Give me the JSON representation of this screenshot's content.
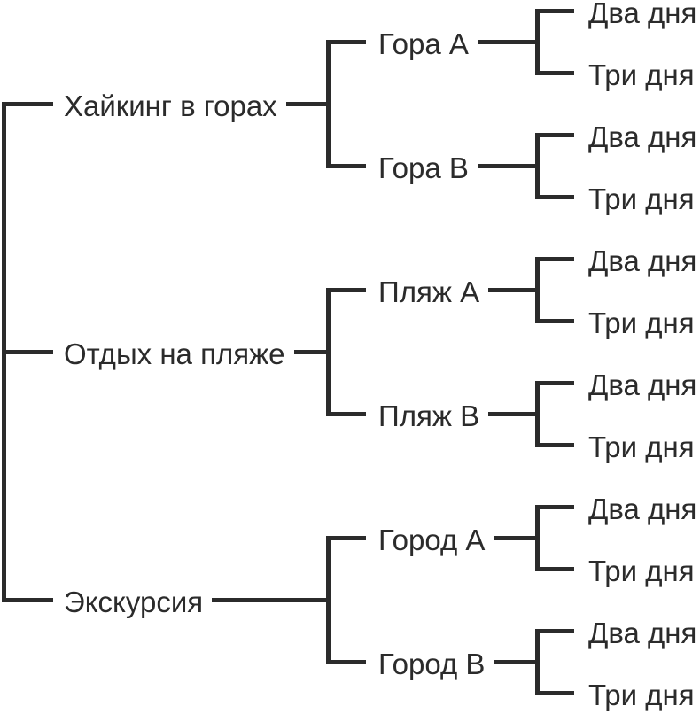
{
  "diagram": {
    "type": "decision-tree",
    "orientation": "left-to-right",
    "colors": {
      "line": "#2b2b2b",
      "text": "#2b2b2b",
      "background": "#ffffff"
    },
    "tree": {
      "branches": [
        {
          "label": "Хайкинг в горах",
          "children": [
            {
              "label": "Гора A",
              "children": [
                {
                  "label": "Два дня"
                },
                {
                  "label": "Три дня"
                }
              ]
            },
            {
              "label": "Гора B",
              "children": [
                {
                  "label": "Два дня"
                },
                {
                  "label": "Три дня"
                }
              ]
            }
          ]
        },
        {
          "label": "Отдых на пляже",
          "children": [
            {
              "label": "Пляж A",
              "children": [
                {
                  "label": "Два дня"
                },
                {
                  "label": "Три дня"
                }
              ]
            },
            {
              "label": "Пляж B",
              "children": [
                {
                  "label": "Два дня"
                },
                {
                  "label": "Три дня"
                }
              ]
            }
          ]
        },
        {
          "label": "Экскурсия",
          "children": [
            {
              "label": "Город A",
              "children": [
                {
                  "label": "Два дня"
                },
                {
                  "label": "Три дня"
                }
              ]
            },
            {
              "label": "Город B",
              "children": [
                {
                  "label": "Два дня"
                },
                {
                  "label": "Три дня"
                }
              ]
            }
          ]
        }
      ]
    }
  }
}
